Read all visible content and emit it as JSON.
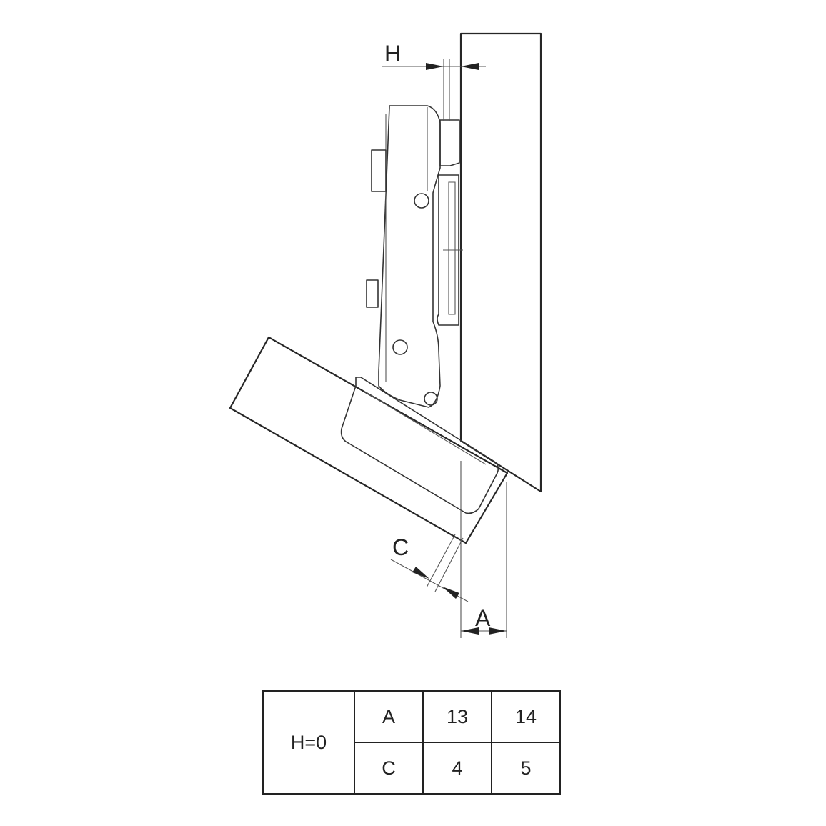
{
  "labels": {
    "h": "H",
    "c": "C",
    "a": "A"
  },
  "table": {
    "condition": "H=0",
    "rows": [
      {
        "name": "A",
        "values": [
          "13",
          "14"
        ]
      },
      {
        "name": "C",
        "values": [
          "4",
          "5"
        ]
      }
    ]
  }
}
